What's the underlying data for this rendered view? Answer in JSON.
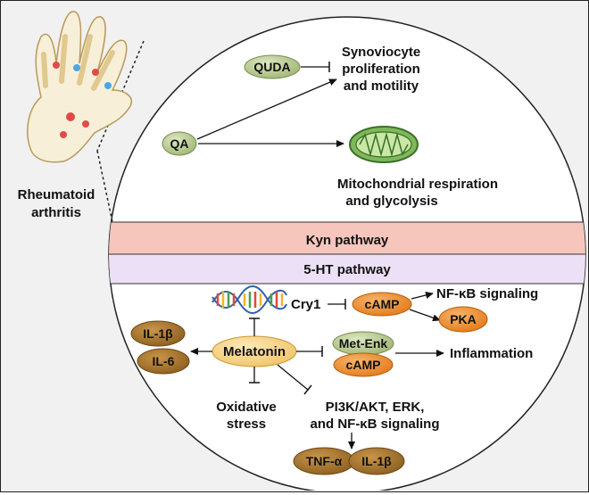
{
  "left_panel": {
    "caption_line1": "Rheumatoid",
    "caption_line2": "arthritis"
  },
  "kyn_section": {
    "quda": "QUDA",
    "qa": "QA",
    "synoviocyte_line1": "Synoviocyte",
    "synoviocyte_line2": "proliferation",
    "synoviocyte_line3": "and motility",
    "mito_line1": "Mitochondrial respiration",
    "mito_line2": "and glycolysis"
  },
  "bands": {
    "kyn": "Kyn pathway",
    "ht": "5-HT pathway"
  },
  "ht_section": {
    "cry1": "Cry1",
    "camp_top": "cAMP",
    "nfkb_signaling": "NF-κB signaling",
    "pka": "PKA",
    "il1b": "IL-1β",
    "il6": "IL-6",
    "melatonin": "Melatonin",
    "met_enk": "Met-Enk",
    "camp_bottom": "cAMP",
    "inflammation": "Inflammation",
    "oxidative_line1": "Oxidative",
    "oxidative_line2": "stress",
    "pi3k_line1": "PI3K/AKT, ERK,",
    "pi3k_line2": "and NF-κB signaling",
    "tnfa": "TNF-α",
    "il1b_bottom": "IL-1β"
  },
  "colors": {
    "kyn_band": "#f6c6bc",
    "ht_band": "#ece0f6",
    "green_oval": "#b7c98c",
    "orange_oval": "#ef8a25",
    "brown_oval": "#a8762b",
    "melatonin_oval": "#f7d58a"
  }
}
